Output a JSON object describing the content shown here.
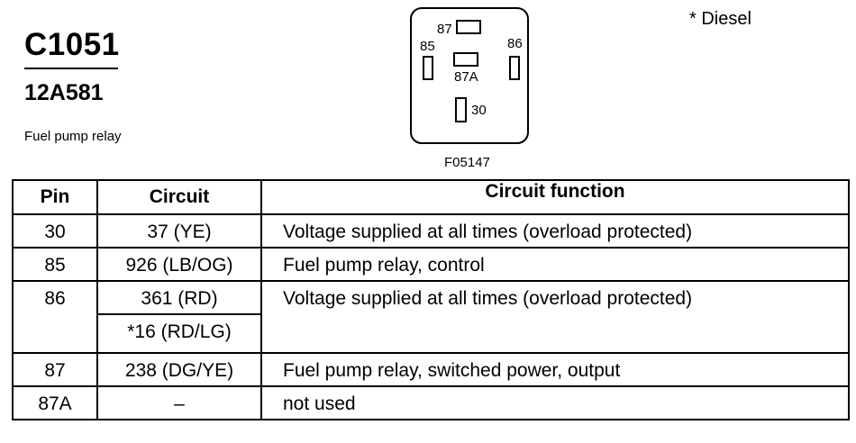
{
  "header": {
    "connector_code": "C1051",
    "part_number": "12A581",
    "description": "Fuel pump relay",
    "footnote": "* Diesel"
  },
  "diagram": {
    "figure_id": "F05147",
    "terminals": {
      "t87": "87",
      "t85": "85",
      "t86": "86",
      "t87a": "87A",
      "t30": "30"
    }
  },
  "table": {
    "headers": {
      "pin": "Pin",
      "circuit": "Circuit",
      "function": "Circuit function"
    },
    "rows": [
      {
        "pin": "30",
        "circuit": "37 (YE)",
        "function": "Voltage supplied at all times (overload protected)"
      },
      {
        "pin": "85",
        "circuit": "926 (LB/OG)",
        "function": "Fuel pump relay, control"
      },
      {
        "pin": "86",
        "circuit": "361 (RD)",
        "circuit_alt": "*16 (RD/LG)",
        "function": "Voltage supplied at all times (overload protected)"
      },
      {
        "pin": "87",
        "circuit": "238 (DG/YE)",
        "function": "Fuel pump relay, switched power, output"
      },
      {
        "pin": "87A",
        "circuit": "–",
        "function": "not used"
      }
    ]
  }
}
